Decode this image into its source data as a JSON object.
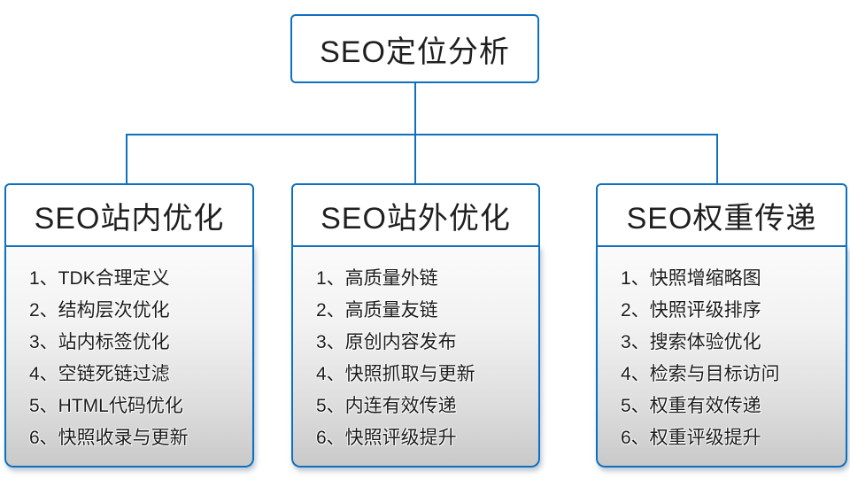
{
  "colors": {
    "accent_blue": "#0e70c0",
    "panel_gradient_top": "#fbfbfb",
    "panel_gradient_bottom": "#c9c9c9",
    "text": "#1c1c1c"
  },
  "root": {
    "title": "SEO定位分析"
  },
  "branches": [
    {
      "title": "SEO站内优化",
      "items": [
        "1、TDK合理定义",
        "2、结构层次优化",
        "3、站内标签优化",
        "4、空链死链过滤",
        "5、HTML代码优化",
        "6、快照收录与更新"
      ]
    },
    {
      "title": "SEO站外优化",
      "items": [
        "1、高质量外链",
        "2、高质量友链",
        "3、原创内容发布",
        "4、快照抓取与更新",
        "5、内连有效传递",
        "6、快照评级提升"
      ]
    },
    {
      "title": "SEO权重传递",
      "items": [
        "1、快照增缩略图",
        "2、快照评级排序",
        "3、搜索体验优化",
        "4、检索与目标访问",
        "5、权重有效传递",
        "6、权重评级提升"
      ]
    }
  ]
}
